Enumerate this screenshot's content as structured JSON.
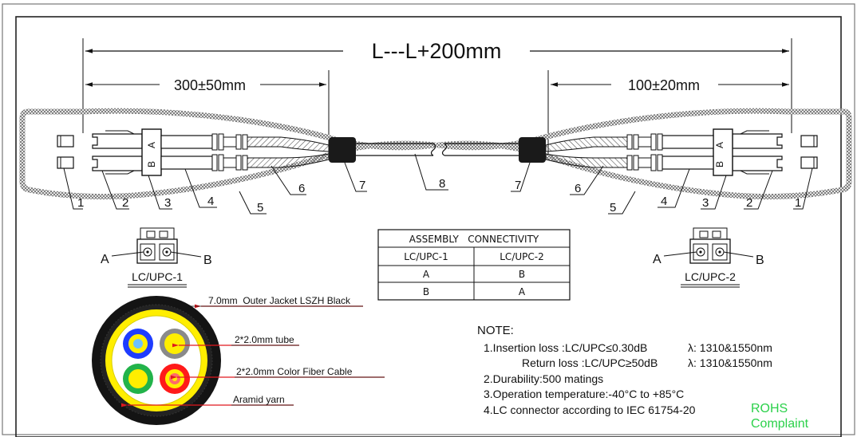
{
  "dimensions": {
    "total": "L---L+200mm",
    "left_break": "300±50mm",
    "right_break": "100±20mm"
  },
  "part_numbers": [
    "1",
    "2",
    "3",
    "4",
    "5",
    "6",
    "7",
    "8"
  ],
  "connector_letters": {
    "a": "A",
    "b": "B"
  },
  "left_connector": {
    "title": "LC/UPC-1",
    "a": "A",
    "b": "B"
  },
  "right_connector": {
    "title": "LC/UPC-2",
    "a": "A",
    "b": "B"
  },
  "assembly_table": {
    "title": "ASSEMBLY   CONNECTIVITY",
    "headers": [
      "LC/UPC-1",
      "LC/UPC-2"
    ],
    "rows": [
      [
        "A",
        "B"
      ],
      [
        "B",
        "A"
      ]
    ]
  },
  "cross_section": {
    "outer_jacket": "7.0mm  Outer Jacket LSZH Black",
    "tube": "2*2.0mm tube",
    "fiber": "2*2.0mm Color Fiber Cable",
    "aramid": "Aramid yarn"
  },
  "notes": {
    "title": "NOTE:",
    "line1": "1.Insertion loss :LC/UPC≤0.30dB",
    "line1_wl": "λ: 1310&1550nm",
    "line2": "Return loss :LC/UPC≥50dB",
    "line2_wl": "λ: 1310&1550nm",
    "line3": "2.Durability:500 matings",
    "line4": "3.Operation temperature:-40°C to +85°C",
    "line5": "4.LC connector according to IEC 61754-20"
  },
  "rohs": {
    "line1": "ROHS",
    "line2": "Complaint"
  },
  "colors": {
    "rohs": "#2bd14a",
    "leader_red": "#e0181e",
    "aramid_yellow": "#ffee00",
    "tube_blue": "#1e3cff",
    "tube_gray": "#8a8a8a",
    "tube_green": "#22b34a",
    "tube_red": "#ff1a1a",
    "jacket_black": "#111111"
  }
}
